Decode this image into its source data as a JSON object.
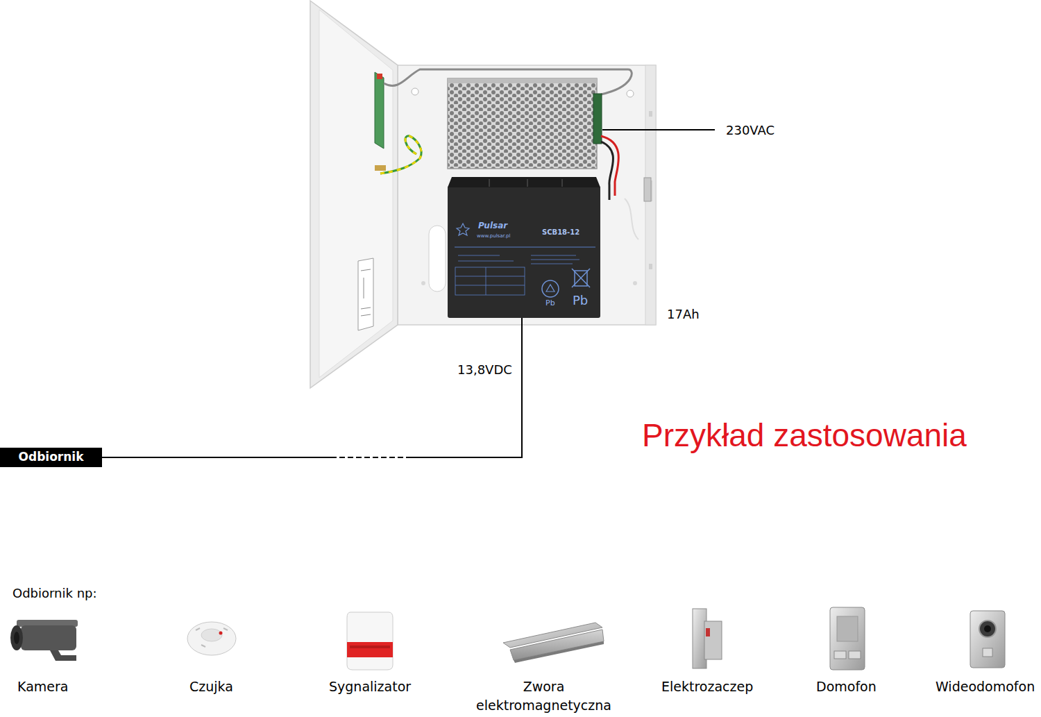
{
  "diagram": {
    "title": "Przykład zastosowania",
    "nodes": [
      {
        "text": [
          "Pulsar",
          "www.pulsar.pl",
          "SCB18-12",
          "Pb",
          "Pb"
        ]
      },
      {
        "text": [
          "Odbiornik"
        ]
      }
    ],
    "edges": [
      {
        "from": 0,
        "to": 1,
        "arrow": "none",
        "label": "13,8VDC"
      }
    ],
    "labels": [
      "230VAC",
      "17Ah",
      "Odbiornik np:",
      "Kamera",
      "Czujka",
      "Sygnalizator",
      "Zwora elektromagnetyczna",
      "Elektrozaczep",
      "Domofon",
      "Wideodomofon"
    ]
  }
}
